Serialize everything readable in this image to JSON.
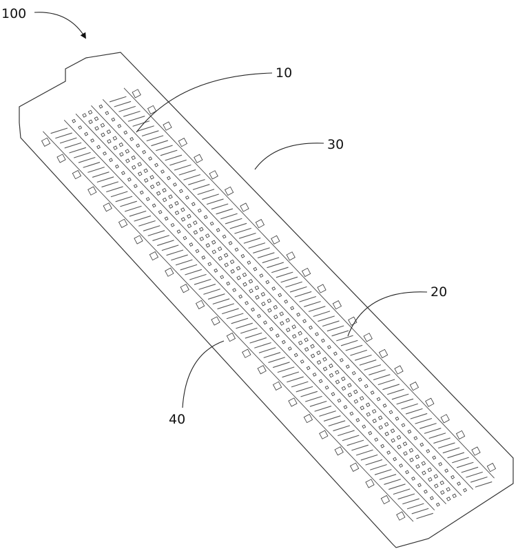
{
  "figure": {
    "labels": {
      "assembly": "100",
      "first_part": "10",
      "housing_side": "30",
      "second_part": "20",
      "housing_other_side": "40"
    }
  }
}
